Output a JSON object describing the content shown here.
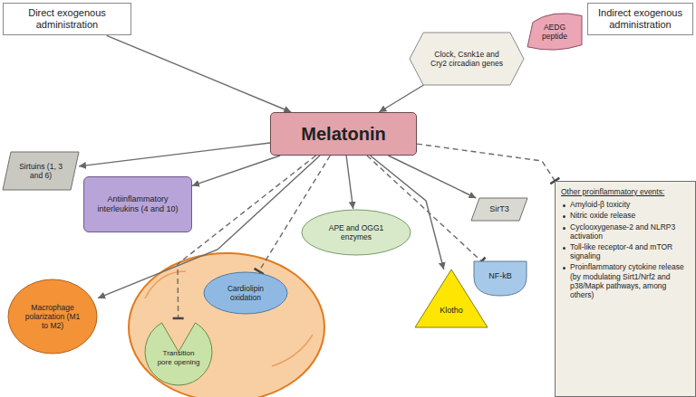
{
  "diagram": {
    "nodes": [
      {
        "text": [
          "Direct exogenous administration"
        ]
      },
      {
        "text": [
          "AEDG peptide"
        ]
      },
      {
        "text": [
          "Indirect exogenous administration"
        ]
      },
      {
        "text": [
          "Clock, Csnk1e and Cry2 circadian genes"
        ]
      },
      {
        "text": [
          "Melatonin"
        ]
      },
      {
        "text": [
          "Sirtuins (1, 3 and 6)"
        ]
      },
      {
        "text": [
          "Antiinflammatory interleukins (4 and 10)"
        ]
      },
      {
        "text": [
          "APE and OGG1 enzymes"
        ]
      },
      {
        "text": [
          "SirT3"
        ]
      },
      {
        "text": [
          "Other proinflammatory events:",
          "Amyloid-β toxicity",
          "Nitric oxide release",
          "Cyclooxygenase-2 and NLRP3 activation",
          "Toll-like receptor-4 and mTOR signaling",
          "Proinflammatory cytokine release (by modulating Sirt1/Nrf2 and p38/Mapk pathways, among others)"
        ]
      },
      {
        "text": [
          "NF-kB"
        ]
      },
      {
        "text": [
          "Macrophage polarization (M1 to M2)"
        ]
      },
      {
        "text": [
          "Cardiolipin oxidation"
        ]
      },
      {
        "text": [
          "Klotho"
        ]
      },
      {
        "text": [
          "Transition pore opening"
        ]
      }
    ],
    "edges": [
      {
        "from": 0,
        "to": 4,
        "arrow": "to"
      },
      {
        "from": 3,
        "to": 4,
        "arrow": "to"
      },
      {
        "from": 4,
        "to": 5,
        "arrow": "to"
      },
      {
        "from": 4,
        "to": 6,
        "arrow": "to"
      },
      {
        "from": 4,
        "to": 11,
        "arrow": "to"
      },
      {
        "from": 4,
        "to": 12,
        "arrow": "to"
      },
      {
        "from": 4,
        "to": 14,
        "arrow": "to"
      },
      {
        "from": 4,
        "to": 7,
        "arrow": "to"
      },
      {
        "from": 4,
        "to": 13,
        "arrow": "to"
      },
      {
        "from": 4,
        "to": 10,
        "arrow": "to"
      },
      {
        "from": 4,
        "to": 8,
        "arrow": "to"
      },
      {
        "from": 4,
        "to": 9,
        "arrow": "to"
      }
    ]
  }
}
